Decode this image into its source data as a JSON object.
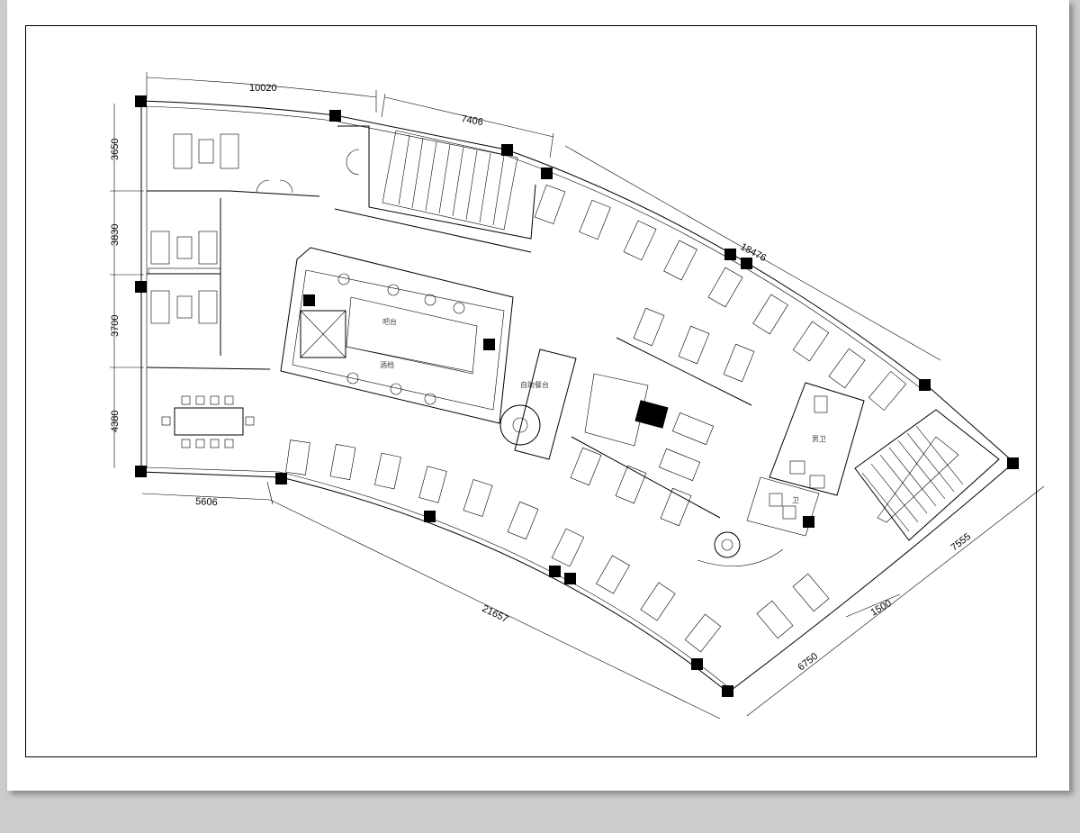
{
  "dimensions": {
    "top_left": "10020",
    "top_mid": "7406",
    "top_right": "18476",
    "left_1": "3650",
    "left_2": "3830",
    "left_3": "3700",
    "left_4": "4380",
    "bottom_left": "5606",
    "bottom_mid": "21657",
    "right": "7555",
    "right_small": "1500",
    "right_bottom": "6750"
  },
  "labels": {
    "bar_counter": "吧台",
    "drink_counter": "酒档",
    "buffet": "自助餐台",
    "male_wc": "男卫",
    "female_wc": "卫"
  },
  "colors": {
    "page": "#cccccc",
    "sheet": "#ffffff",
    "ink": "#000000"
  }
}
